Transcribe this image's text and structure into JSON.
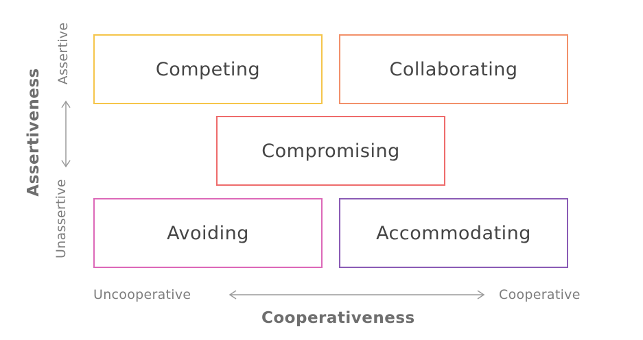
{
  "quadrants": {
    "competing": "Competing",
    "collaborating": "Collaborating",
    "compromising": "Compromising",
    "avoiding": "Avoiding",
    "accommodating": "Accommodating"
  },
  "x_axis": {
    "title": "Cooperativeness",
    "low_label": "Uncooperative",
    "high_label": "Cooperative"
  },
  "y_axis": {
    "title": "Assertiveness",
    "low_label": "Unassertive",
    "high_label": "Assertive"
  },
  "colors": {
    "competing": "#f5c54a",
    "collaborating": "#f2906a",
    "compromising": "#ee6b6b",
    "avoiding": "#dc68b8",
    "accommodating": "#8a5bb5",
    "text": "#454545",
    "axis": "#7d7d7d"
  }
}
